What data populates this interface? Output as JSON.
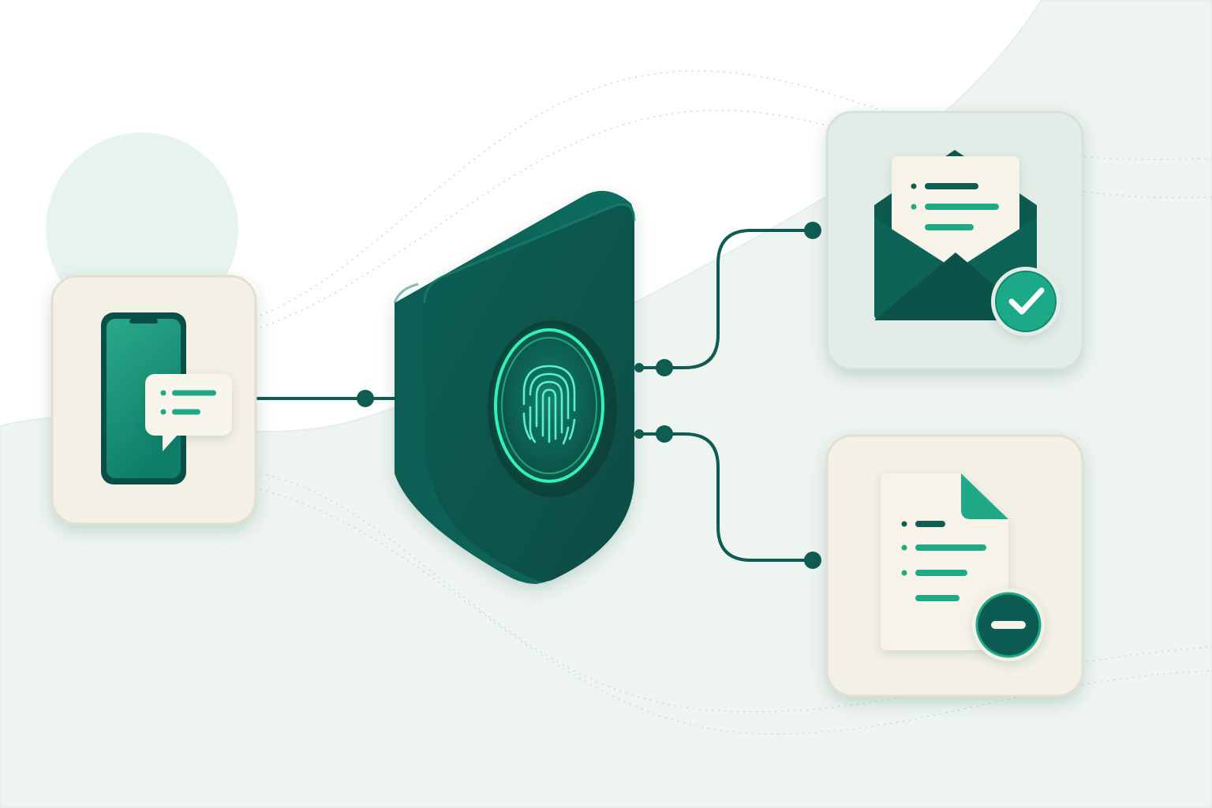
{
  "colors": {
    "background": "#ffffff",
    "background_wave": "#e9f3ef",
    "card_cream": "#f3f0e6",
    "card_mint": "#e1ece6",
    "dark_teal": "#0e5c52",
    "deep_teal": "#0a4a42",
    "accent_green": "#1fa987",
    "glow_green": "#2ee0a8",
    "paper": "#f7f3e8"
  },
  "nodes": [
    {
      "id": "phone",
      "icon": "smartphone-message-icon",
      "role": "source"
    },
    {
      "id": "shield",
      "icon": "fingerprint-shield-icon",
      "role": "verification"
    },
    {
      "id": "mail",
      "icon": "envelope-approved-icon",
      "role": "accepted-output",
      "badge": "check-icon"
    },
    {
      "id": "document",
      "icon": "document-rejected-icon",
      "role": "rejected-output",
      "badge": "minus-icon"
    }
  ],
  "connections": [
    {
      "from": "phone",
      "to": "shield"
    },
    {
      "from": "shield",
      "to": "mail"
    },
    {
      "from": "shield",
      "to": "document"
    }
  ]
}
